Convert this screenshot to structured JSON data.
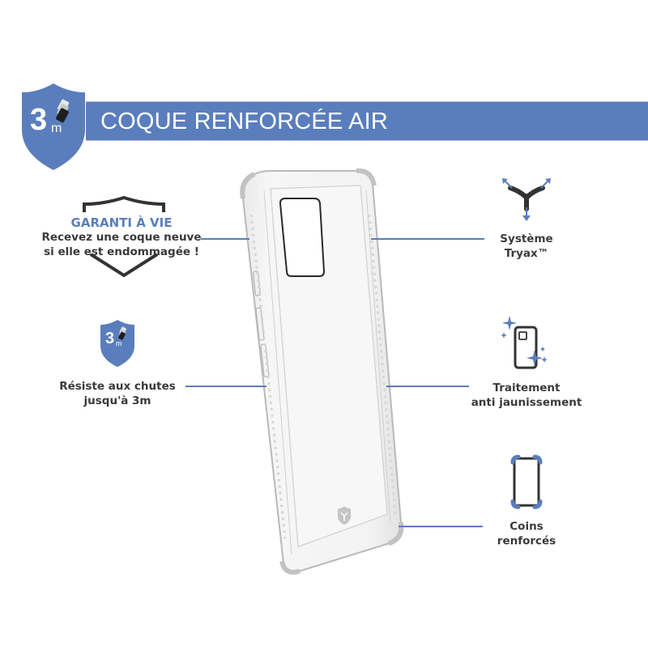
{
  "header": {
    "title": "COQUE RENFORCÉE AIR",
    "badge_number": "3",
    "badge_unit": "m",
    "badge_icon": "drop-shield-icon"
  },
  "colors": {
    "accent": "#5a7ebd",
    "text": "#3a3a3a",
    "icon_dark": "#3a3a3a",
    "background": "#ffffff"
  },
  "features_left": [
    {
      "id": "warranty",
      "icon": "warranty-shield-outline-icon",
      "title": "GARANTI À VIE",
      "line1": "Recevez une coque neuve",
      "line2": "si elle est endommagée !"
    },
    {
      "id": "drop",
      "icon": "drop-3m-shield-icon",
      "badge_number": "3",
      "badge_unit": "m",
      "line1": "Résiste aux chutes",
      "line2": "jusqu'à 3m"
    }
  ],
  "features_right": [
    {
      "id": "tryax",
      "icon": "tryax-system-icon",
      "line1": "Système",
      "line2": "Tryax™"
    },
    {
      "id": "anti-yellowing",
      "icon": "sparkle-phone-icon",
      "line1": "Traitement",
      "line2": "anti jaunissement"
    },
    {
      "id": "corners",
      "icon": "reinforced-corners-icon",
      "line1": "Coins",
      "line2": "renforcés"
    }
  ],
  "product": {
    "image": "clear-phone-case-image",
    "logo": "brand-shield-logo-icon"
  }
}
